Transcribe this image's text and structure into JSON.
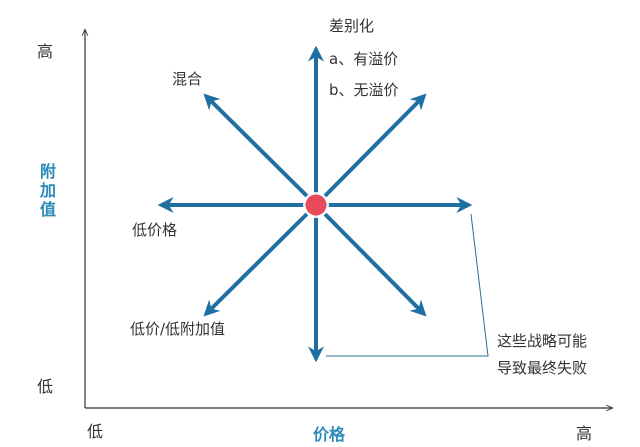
{
  "diagram": {
    "y_axis": {
      "title": "附加值",
      "high_label": "高",
      "low_label": "低"
    },
    "x_axis": {
      "title": "价格",
      "high_label": "高",
      "low_label": "低"
    },
    "strategies": {
      "differentiation": {
        "title": "差别化",
        "option_a": "a、有溢价",
        "option_b": "b、无溢价"
      },
      "hybrid": "混合",
      "low_price": "低价格",
      "low_price_low_value": "低价/低附加值"
    },
    "failure_note": {
      "line1": "这些战略可能",
      "line2": "导致最终失败"
    },
    "colors": {
      "arrow": "#1f6fa3",
      "center_dot": "#e84c5a",
      "axis_title": "#2a8ab8",
      "axis": "#333333"
    }
  }
}
